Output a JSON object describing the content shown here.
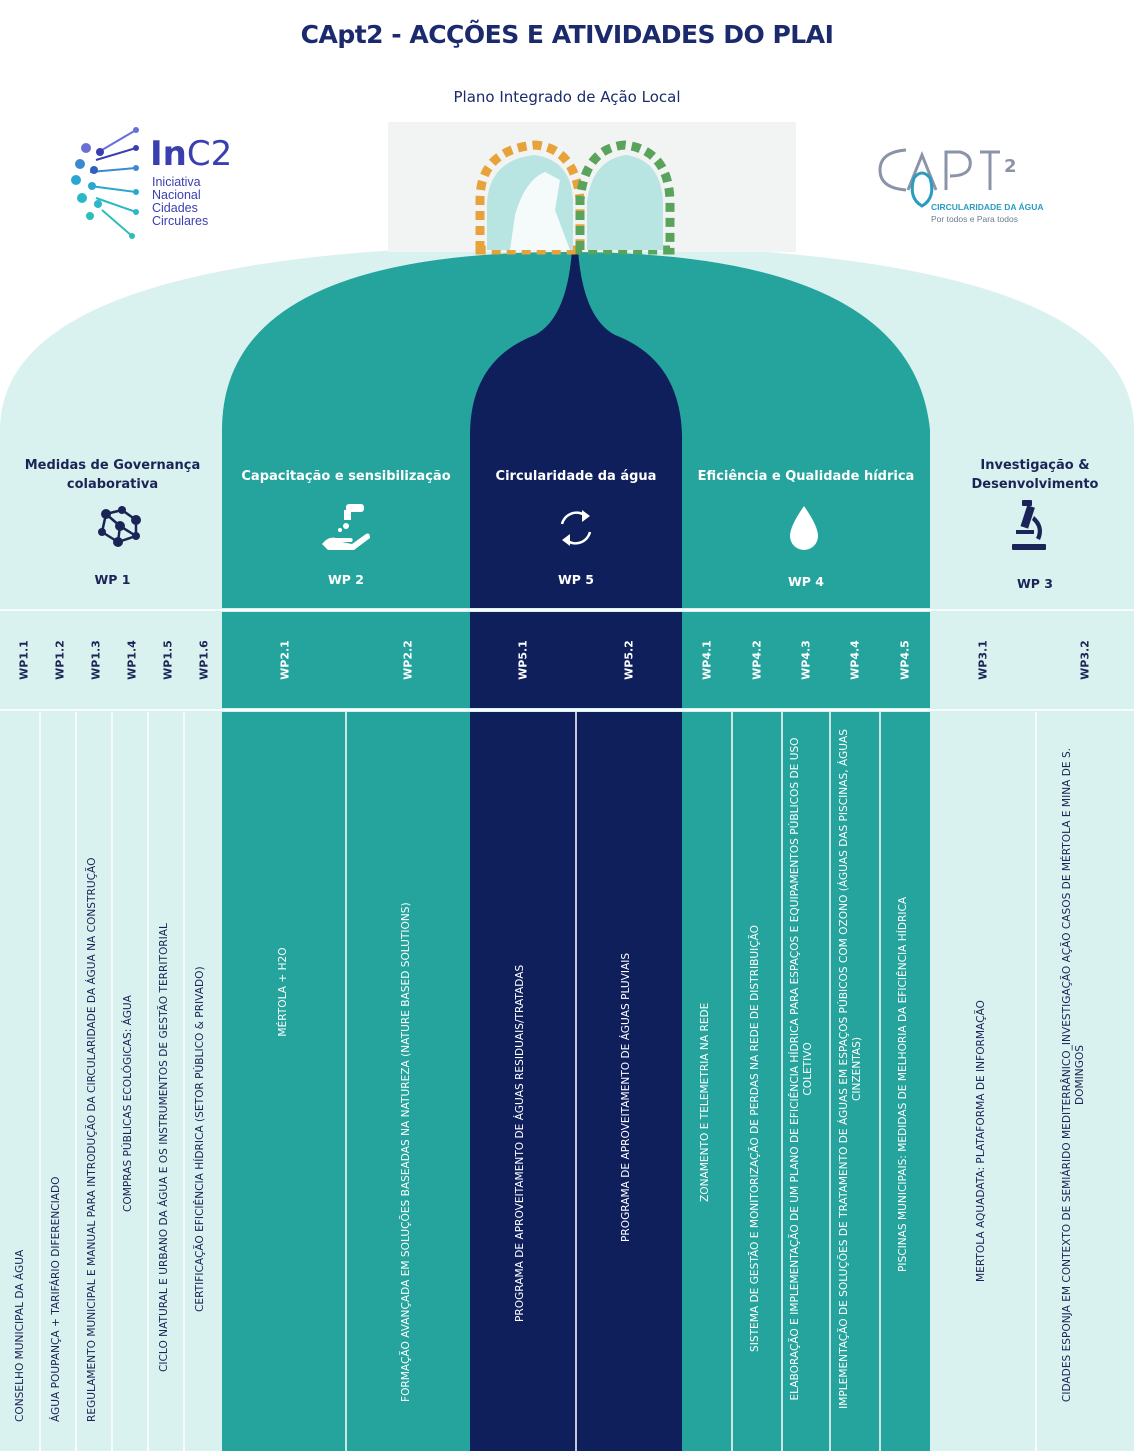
{
  "header": {
    "title": "CApt2 - ACÇÕES E ATIVIDADES DO PLAI",
    "subtitle": "Plano Integrado de Ação Local"
  },
  "logos": {
    "inc2": {
      "word_bold": "In",
      "word_thin": "C2",
      "subtitle": "Iniciativa Nacional Cidades Circulares"
    },
    "capt2": {
      "word": "CAPT²",
      "subtitle1": "CIRCULARIDADE DA ÁGUA",
      "subtitle2": "Por todos e Para todos"
    }
  },
  "colors": {
    "light_bg": "#daf2ef",
    "arc_light": "#bfe6e2",
    "teal": "#24a49d",
    "navy": "#0f1f5c",
    "text_dark": "#1a2a6c"
  },
  "work_packages": [
    {
      "id": "wp1",
      "title": "Medidas de Governança colaborativa",
      "label": "WP 1",
      "icon": "network-icon"
    },
    {
      "id": "wp2",
      "title": "Capacitação e sensibilização",
      "label": "WP 2",
      "icon": "hand-water-icon"
    },
    {
      "id": "wp5",
      "title": "Circularidade da água",
      "label": "WP 5",
      "icon": "recycle-icon"
    },
    {
      "id": "wp4",
      "title": "Eficiência e Qualidade hídrica",
      "label": "WP 4",
      "icon": "water-drop-icon"
    },
    {
      "id": "wp3",
      "title": "Investigação & Desenvolvimento",
      "label": "WP 3",
      "icon": "microscope-icon"
    }
  ],
  "sub_packages": [
    "WP1.1",
    "WP1.2",
    "WP1.3",
    "WP1.4",
    "WP1.5",
    "WP1.6",
    "WP2.1",
    "WP2.2",
    "WP5.1",
    "WP5.2",
    "WP4.1",
    "WP4.2",
    "WP4.3",
    "WP4.4",
    "WP4.5",
    "WP3.1",
    "WP3.2"
  ],
  "activities": [
    "CONSELHO MUNICIPAL DA ÁGUA",
    "ÁGUA POUPANÇA + TARIFÁRIO DIFERENCIADO",
    "REGULAMENTO MUNICIPAL E MANUAL PARA INTRODUÇÃO DA CIRCULARIDADE DA ÁGUA NA CONSTRUÇÃO",
    "COMPRAS PÚBLICAS ECOLÓGICAS: ÁGUA",
    "CICLO NATURAL E URBANO DA ÁGUA E OS INSTRUMENTOS DE GESTÃO TERRITORIAL",
    "CERTIFICAÇÃO EFICIÊNCIA HÍDRICA (SETOR PÚBLICO & PRIVADO)",
    "MÉRTOLA + H2O",
    "FORMAÇÃO AVANÇADA EM SOLUÇÕES BASEADAS NA NATUREZA (NATURE BASED SOLUTIONS)",
    "PROGRAMA DE APROVEITAMENTO DE ÁGUAS RESIDUAIS/TRATADAS",
    "PROGRAMA DE APROVEITAMENTO DE ÁGUAS PLUVIAIS",
    "ZONAMENTO E TELEMETRIA NA REDE",
    "SISTEMA DE GESTÃO E MONITORIZAÇÃO DE PERDAS NA REDE DE DISTRIBUIÇÃO",
    "ELABORAÇÃO E IMPLEMENTAÇÃO DE UM PLANO DE EFICIÊNCIA HÍDRICA PARA ESPAÇOS E EQUIPAMENTOS PÚBLICOS DE USO COLETIVO",
    "IMPLEMENTAÇÃO DE SOLUÇÕES DE TRATAMENTO DE ÁGUAS EM ESPAÇOS PÚBICOS COM OZONO (ÁGUAS DAS PISCINAS, ÁGUAS CINZENTAS)",
    "PISCINAS MUNICIPAIS: MEDIDAS DE MELHORIA DA EFICIÊNCIA HÍDRICA",
    "MERTOLA AQUADATA: PLATAFORMA DE INFORMAÇÃO",
    "CIDADES ESPONJA EM CONTEXTO DE SEMIÁRIDO MEDITERRÂNICO_INVESTIGAÇÃO AÇÃO CASOS DE MÉRTOLA E MINA DE S. DOMINGOS"
  ]
}
